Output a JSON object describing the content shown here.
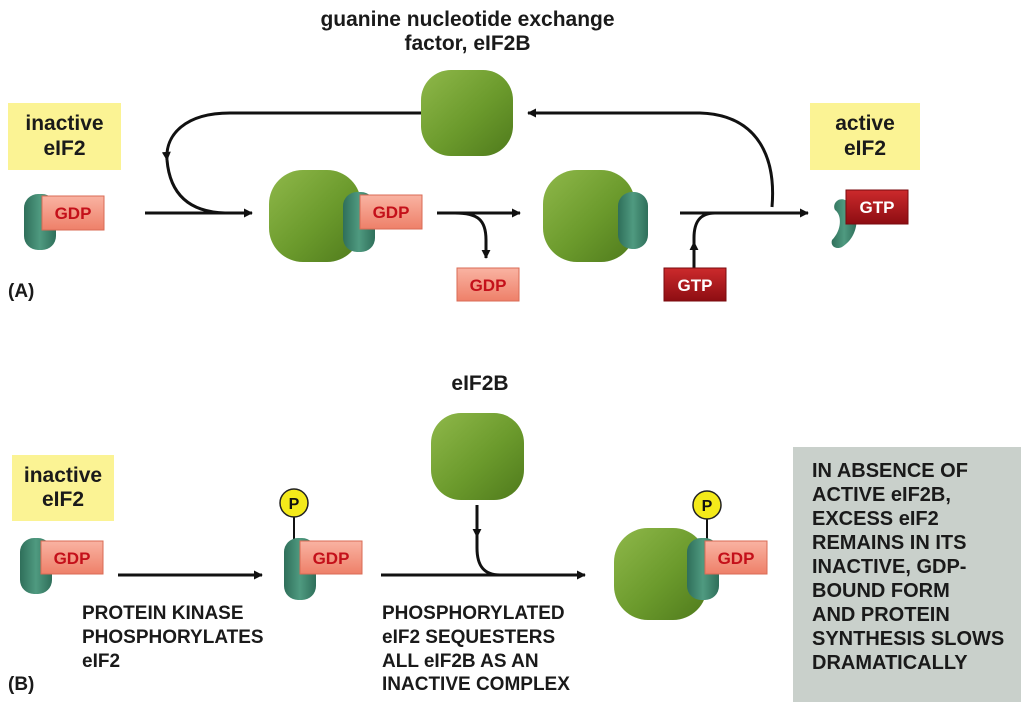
{
  "panel_a": {
    "label": "(A)",
    "gef_title_line1": "guanine nucleotide exchange",
    "gef_title_line2": "factor, eIF2B",
    "inactive_line1": "inactive",
    "inactive_line2": "eIF2",
    "active_line1": "active",
    "active_line2": "eIF2",
    "gdp": "GDP",
    "gtp": "GTP"
  },
  "panel_b": {
    "label": "(B)",
    "eif2b_title": "eIF2B",
    "inactive_line1": "inactive",
    "inactive_line2": "eIF2",
    "p": "P",
    "gdp": "GDP",
    "kinase_lines": [
      "PROTEIN KINASE",
      "PHOSPHORYLATES",
      "eIF2"
    ],
    "sequester_lines": [
      "PHOSPHORYLATED",
      "eIF2 SEQUESTERS",
      "ALL eIF2B AS AN",
      "INACTIVE COMPLEX"
    ],
    "note_lines": [
      "IN ABSENCE OF",
      "ACTIVE eIF2B,",
      "EXCESS eIF2",
      "REMAINS IN ITS",
      "INACTIVE, GDP-",
      "BOUND FORM",
      "AND PROTEIN",
      "SYNTHESIS SLOWS",
      "DRAMATICALLY"
    ]
  },
  "colors": {
    "eif2b_green": "#6f9b2e",
    "eif2_teal": "#3f8a72",
    "gdp_fill": "#f3907c",
    "gdp_text": "#c4101a",
    "gtp_fill": "#b0141c",
    "label_yellow": "#fbf394",
    "note_gray": "#c9d0cb",
    "phosphate_yellow": "#f4ea1a"
  }
}
